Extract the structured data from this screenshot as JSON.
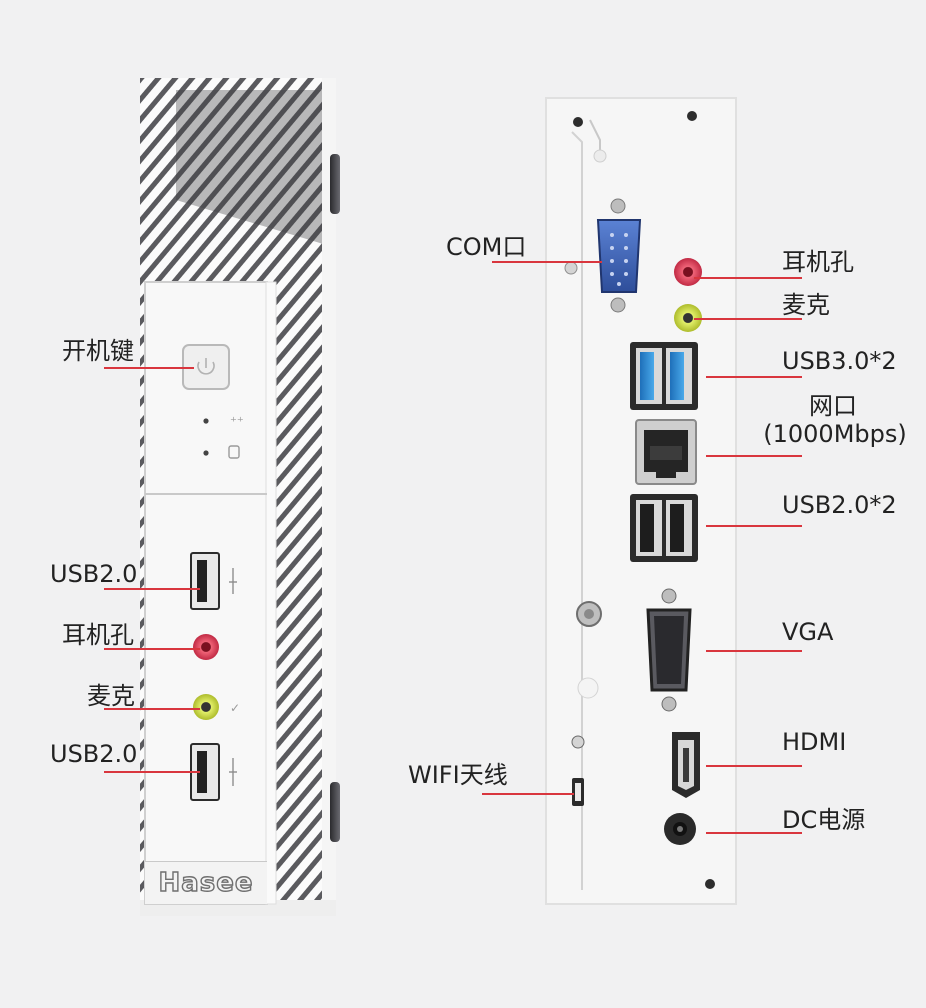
{
  "colors": {
    "background": "#f1f1f2",
    "chassis": "#f7f7f7",
    "leader_line": "#d9363e",
    "usb3_blue": "#2e8fd8",
    "com_port_blue": "#3e64b7",
    "headphone_jack": "#d83b53",
    "mic_jack": "#c7d93a",
    "label_text": "#222222"
  },
  "front_panel": {
    "brand": "Hasee",
    "labels": {
      "power_button": "开机键",
      "usb_top": "USB2.0",
      "headphone": "耳机孔",
      "mic": "麦克",
      "usb_bottom": "USB2.0"
    }
  },
  "rear_panel": {
    "labels": {
      "com": "COM口",
      "headphone": "耳机孔",
      "mic": "麦克",
      "usb3": "USB3.0*2",
      "lan_title": "网口",
      "lan_speed": "(1000Mbps)",
      "usb2": "USB2.0*2",
      "vga": "VGA",
      "hdmi": "HDMI",
      "wifi": "WIFI天线",
      "dc": "DC电源"
    }
  }
}
